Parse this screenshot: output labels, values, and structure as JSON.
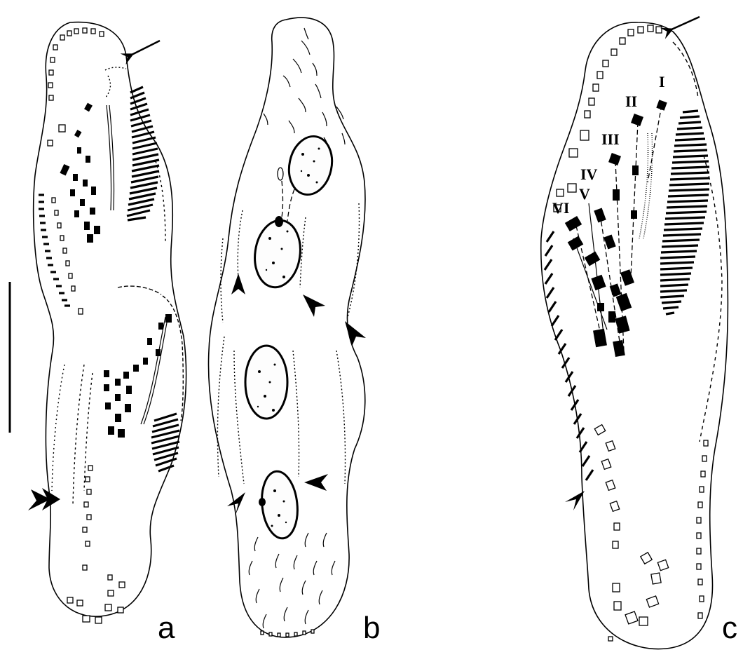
{
  "figure": {
    "panels": [
      {
        "id": "a",
        "label": "a"
      },
      {
        "id": "b",
        "label": "b"
      },
      {
        "id": "c",
        "label": "c"
      }
    ],
    "kinety_labels": [
      "I",
      "II",
      "III",
      "IV",
      "V",
      "VI"
    ]
  }
}
